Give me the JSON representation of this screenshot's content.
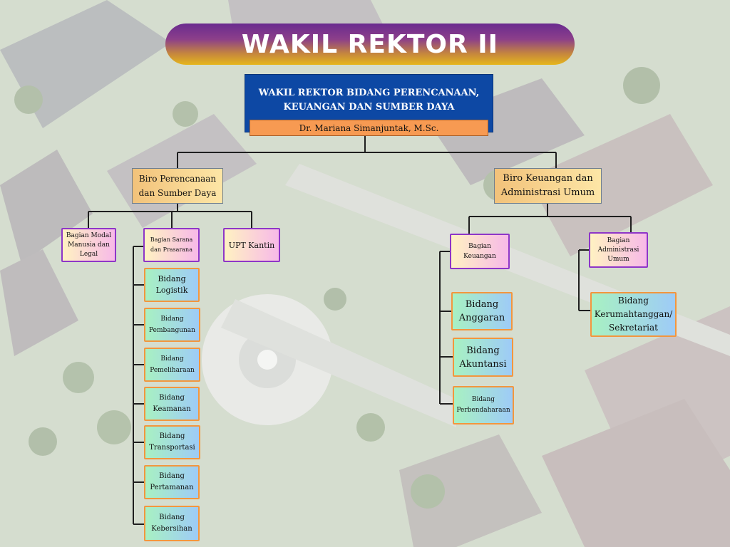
{
  "title": "WAKIL REKTOR II",
  "head": {
    "line1": "WAKIL REKTOR BIDANG PERENCANAAN,",
    "line2": "KEUANGAN DAN SUMBER DAYA",
    "name": "Dr. Mariana Simanjuntak, M.Sc."
  },
  "left": {
    "biro": [
      "Biro Perencanaan",
      "dan Sumber Daya"
    ],
    "bagian_modal": [
      "Bagian Modal",
      "Manusia dan",
      "Legal"
    ],
    "bagian_sarana": [
      "Bagian Sarana",
      "dan Prasarana"
    ],
    "upt": "UPT Kantin",
    "bidang": [
      [
        "Bidang",
        "Logistik"
      ],
      [
        "Bidang",
        "Pembangunan"
      ],
      [
        "Bidang",
        "Pemeliharaan"
      ],
      [
        "Bidang",
        "Keamanan"
      ],
      [
        "Bidang",
        "Transportasi"
      ],
      [
        "Bidang",
        "Pertamanan"
      ],
      [
        "Bidang",
        "Kebersihan"
      ]
    ]
  },
  "right": {
    "biro": [
      "Biro Keuangan dan",
      "Administrasi Umum"
    ],
    "bagian_keuangan": [
      "Bagian",
      "Keuangan"
    ],
    "bagian_admin": [
      "Bagian",
      "Administrasi",
      "Umum"
    ],
    "bidang_keuangan": [
      [
        "Bidang",
        "Anggaran"
      ],
      [
        "Bidang",
        "Akuntansi"
      ],
      [
        "Bidang",
        "Perbendaharaan"
      ]
    ],
    "bidang_admin": [
      "Bidang",
      "Kerumahtanggan/",
      "Sekretariat"
    ]
  }
}
